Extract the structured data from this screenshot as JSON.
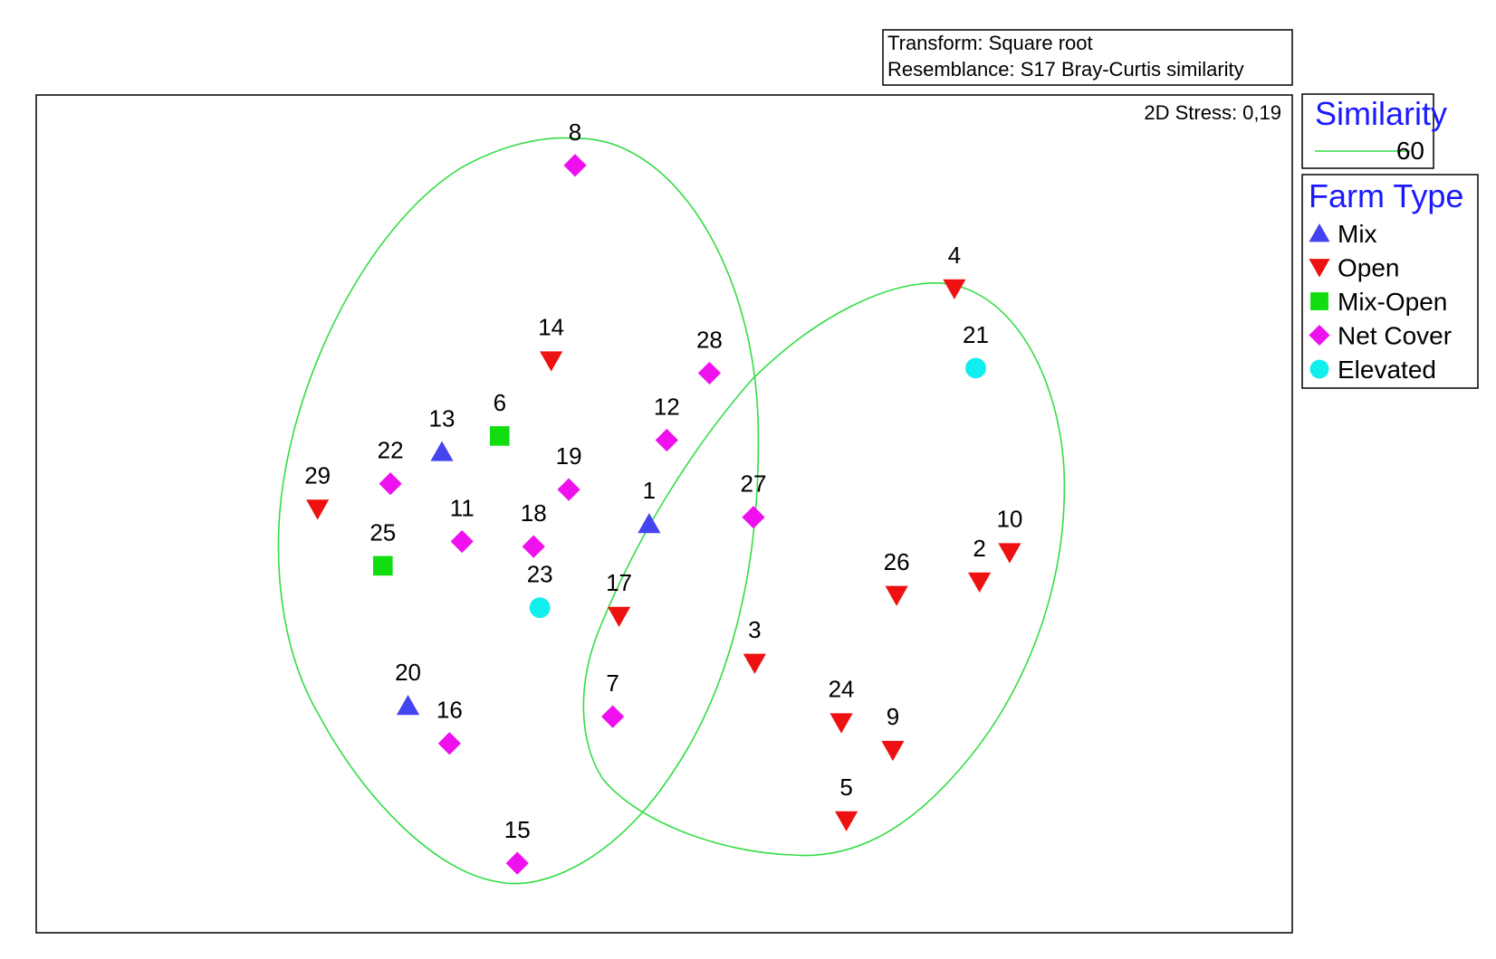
{
  "chart_data": {
    "type": "scatter",
    "title": "",
    "xlabel": "",
    "ylabel": "",
    "info_box": {
      "transform": "Transform: Square root",
      "resemblance": "Resemblance: S17 Bray-Curtis similarity"
    },
    "stress": "2D Stress: 0,19",
    "similarity_legend": {
      "title": "Similarity",
      "contours": [
        {
          "label": "60",
          "color": "#33dd44"
        }
      ]
    },
    "group_legend": {
      "title": "Farm Type",
      "groups": [
        {
          "name": "Mix",
          "marker": "triangle-up",
          "color": "#4444ee"
        },
        {
          "name": "Open",
          "marker": "triangle-down",
          "color": "#ee1111"
        },
        {
          "name": "Mix-Open",
          "marker": "square",
          "color": "#11dd11"
        },
        {
          "name": "Net Cover",
          "marker": "diamond",
          "color": "#ee11ee"
        },
        {
          "name": "Elevated",
          "marker": "circle",
          "color": "#11eeee"
        }
      ]
    },
    "points": [
      {
        "label": "1",
        "group": "Mix",
        "x": 0.488,
        "y": 0.488
      },
      {
        "label": "13",
        "group": "Mix",
        "x": 0.323,
        "y": 0.574
      },
      {
        "label": "20",
        "group": "Mix",
        "x": 0.296,
        "y": 0.271
      },
      {
        "label": "2",
        "group": "Open",
        "x": 0.751,
        "y": 0.419
      },
      {
        "label": "3",
        "group": "Open",
        "x": 0.572,
        "y": 0.322
      },
      {
        "label": "4",
        "group": "Open",
        "x": 0.731,
        "y": 0.769
      },
      {
        "label": "5",
        "group": "Open",
        "x": 0.645,
        "y": 0.134
      },
      {
        "label": "9",
        "group": "Open",
        "x": 0.682,
        "y": 0.218
      },
      {
        "label": "10",
        "group": "Open",
        "x": 0.775,
        "y": 0.454
      },
      {
        "label": "14",
        "group": "Open",
        "x": 0.41,
        "y": 0.683
      },
      {
        "label": "17",
        "group": "Open",
        "x": 0.464,
        "y": 0.378
      },
      {
        "label": "24",
        "group": "Open",
        "x": 0.641,
        "y": 0.251
      },
      {
        "label": "26",
        "group": "Open",
        "x": 0.685,
        "y": 0.403
      },
      {
        "label": "29",
        "group": "Open",
        "x": 0.224,
        "y": 0.506
      },
      {
        "label": "6",
        "group": "Mix-Open",
        "x": 0.369,
        "y": 0.593
      },
      {
        "label": "25",
        "group": "Mix-Open",
        "x": 0.276,
        "y": 0.438
      },
      {
        "label": "7",
        "group": "Net Cover",
        "x": 0.459,
        "y": 0.258
      },
      {
        "label": "8",
        "group": "Net Cover",
        "x": 0.429,
        "y": 0.916
      },
      {
        "label": "11",
        "group": "Net Cover",
        "x": 0.339,
        "y": 0.467
      },
      {
        "label": "12",
        "group": "Net Cover",
        "x": 0.502,
        "y": 0.588
      },
      {
        "label": "15",
        "group": "Net Cover",
        "x": 0.383,
        "y": 0.083
      },
      {
        "label": "16",
        "group": "Net Cover",
        "x": 0.329,
        "y": 0.226
      },
      {
        "label": "18",
        "group": "Net Cover",
        "x": 0.396,
        "y": 0.461
      },
      {
        "label": "19",
        "group": "Net Cover",
        "x": 0.424,
        "y": 0.529
      },
      {
        "label": "22",
        "group": "Net Cover",
        "x": 0.282,
        "y": 0.536
      },
      {
        "label": "27",
        "group": "Net Cover",
        "x": 0.571,
        "y": 0.496
      },
      {
        "label": "28",
        "group": "Net Cover",
        "x": 0.536,
        "y": 0.668
      },
      {
        "label": "21",
        "group": "Elevated",
        "x": 0.748,
        "y": 0.674
      },
      {
        "label": "23",
        "group": "Elevated",
        "x": 0.401,
        "y": 0.388
      }
    ]
  }
}
